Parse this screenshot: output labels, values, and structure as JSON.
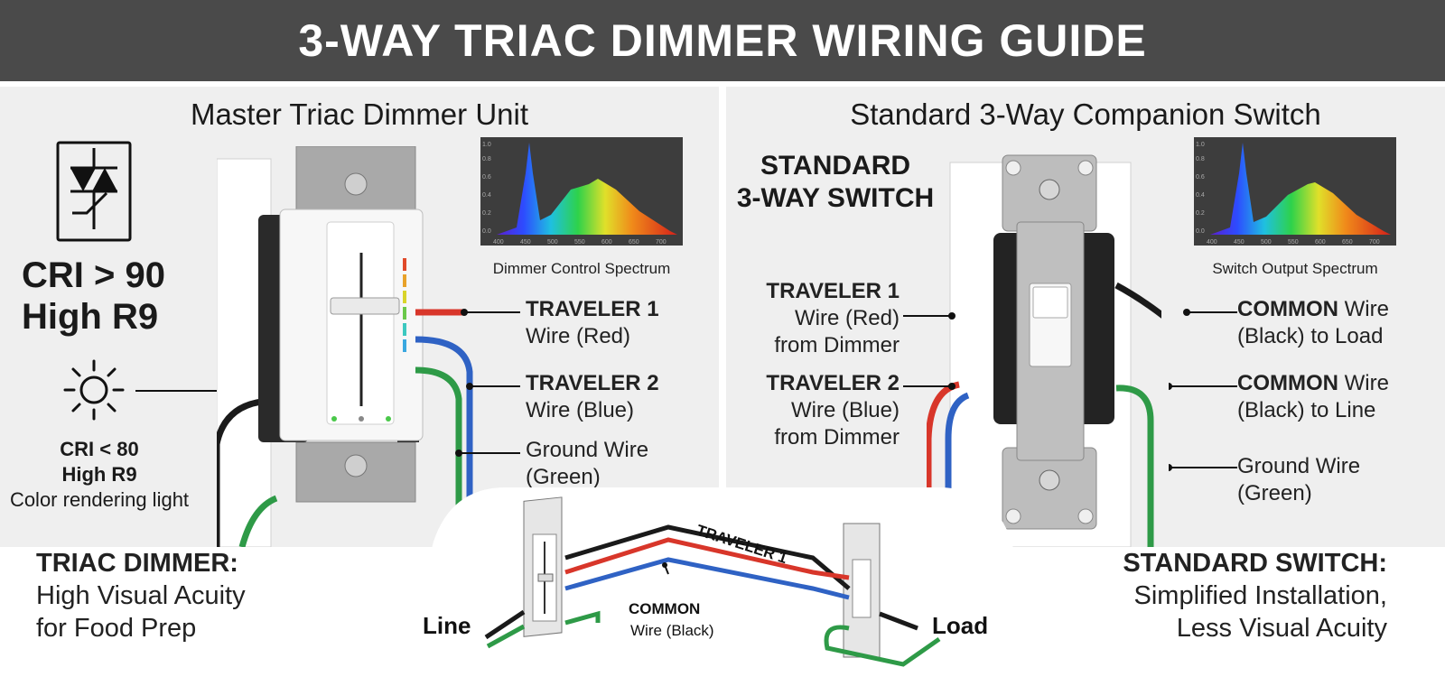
{
  "title": "3-WAY TRIAC DIMMER WIRING GUIDE",
  "left_panel": {
    "title": "Master Triac Dimmer Unit",
    "cri_high": {
      "line1": "CRI > 90",
      "line2": "High R9"
    },
    "cri_low": {
      "line1": "CRI < 80",
      "line2": "High R9",
      "line3": "Color rendering light"
    },
    "spectrum_caption": "Dimmer Control Spectrum",
    "callouts": [
      {
        "bold": "TRAVELER 1",
        "text": "Wire (Red)"
      },
      {
        "bold": "TRAVELER 2",
        "text": "Wire (Blue)"
      },
      {
        "line1": "Ground Wire",
        "line2": "(Green)"
      }
    ],
    "bottom": {
      "bold": "TRIAC DIMMER:",
      "line1": "High Visual Acuity",
      "line2": "for Food Prep"
    }
  },
  "right_panel": {
    "title": "Standard 3-Way Companion Switch",
    "switch_label": {
      "line1": "STANDARD",
      "line2": "3-WAY SWITCH"
    },
    "spectrum_caption": "Switch Output Spectrum",
    "left_callouts": [
      {
        "bold": "TRAVELER 1",
        "line1": "Wire (Red)",
        "line2": "from Dimmer"
      },
      {
        "bold": "TRAVELER 2",
        "line1": "Wire (Blue)",
        "line2": "from Dimmer"
      }
    ],
    "right_callouts": [
      {
        "bold": "COMMON",
        "text": " Wire",
        "line2": "(Black) to Load"
      },
      {
        "bold": "COMMON",
        "text": " Wire",
        "line2": "(Black) to Line"
      },
      {
        "line1": "Ground Wire",
        "line2": "(Green)"
      }
    ],
    "bottom": {
      "bold": "STANDARD SWITCH:",
      "line1": "Simplified Installation,",
      "line2": "Less Visual Acuity"
    }
  },
  "center_diagram": {
    "traveler_label": "TRAVELER 1",
    "common_bold": "COMMON",
    "common_text": "Wire (Black)",
    "line_label": "Line",
    "load_label": "Load"
  },
  "spectrum": {
    "x_ticks": [
      "400",
      "450",
      "500",
      "550",
      "600",
      "650",
      "700"
    ],
    "y_ticks": [
      "0.0",
      "0.2",
      "0.4",
      "0.6",
      "0.8",
      "1.0"
    ]
  },
  "colors": {
    "header_bg": "#4a4a4a",
    "panel_bg": "#efefef",
    "red_wire": "#d8362a",
    "blue_wire": "#2f62c4",
    "green_wire": "#2e9a47",
    "black_wire": "#1a1a1a"
  }
}
